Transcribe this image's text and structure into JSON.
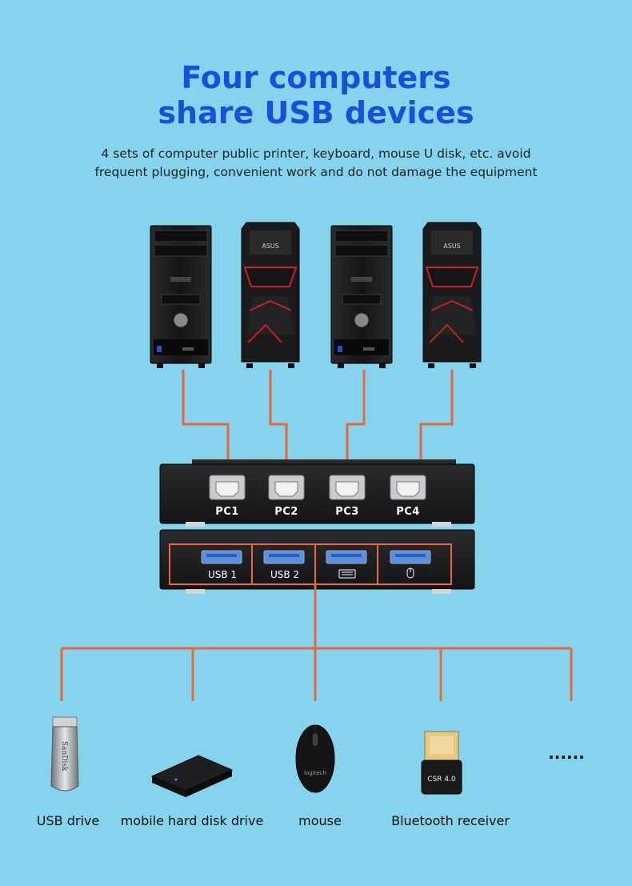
{
  "header": {
    "title_line1": "Four computers",
    "title_line2": "share USB devices",
    "subtitle_line1": "4 sets of computer public printer, keyboard, mouse U disk, etc. avoid",
    "subtitle_line2": "frequent plugging, convenient work and do not damage the equipment"
  },
  "computers": [
    {
      "type": "black-tower",
      "logo": ""
    },
    {
      "type": "asus-gaming-tower",
      "logo": "ASUS"
    },
    {
      "type": "black-tower",
      "logo": ""
    },
    {
      "type": "asus-gaming-tower",
      "logo": "ASUS"
    }
  ],
  "switch": {
    "pc_ports": [
      "PC1",
      "PC2",
      "PC3",
      "PC4"
    ],
    "usb_ports": [
      "USB 1",
      "USB 2"
    ],
    "usb_port_icons": [
      "keyboard-icon",
      "mouse-icon"
    ]
  },
  "devices": {
    "usb_drive": {
      "label": "USB drive",
      "brand": "SanDisk"
    },
    "hard_disk": {
      "label": "mobile hard disk drive"
    },
    "mouse": {
      "label": "mouse",
      "brand": "logitech"
    },
    "bluetooth": {
      "label": "Bluetooth receiver",
      "text": "CSR 4.0"
    },
    "more": {
      "label": "......"
    }
  },
  "colors": {
    "background": "#86d3ee",
    "title": "#1751d6",
    "wire": "#e46a3c",
    "device_dark": "#1c1c1e"
  }
}
